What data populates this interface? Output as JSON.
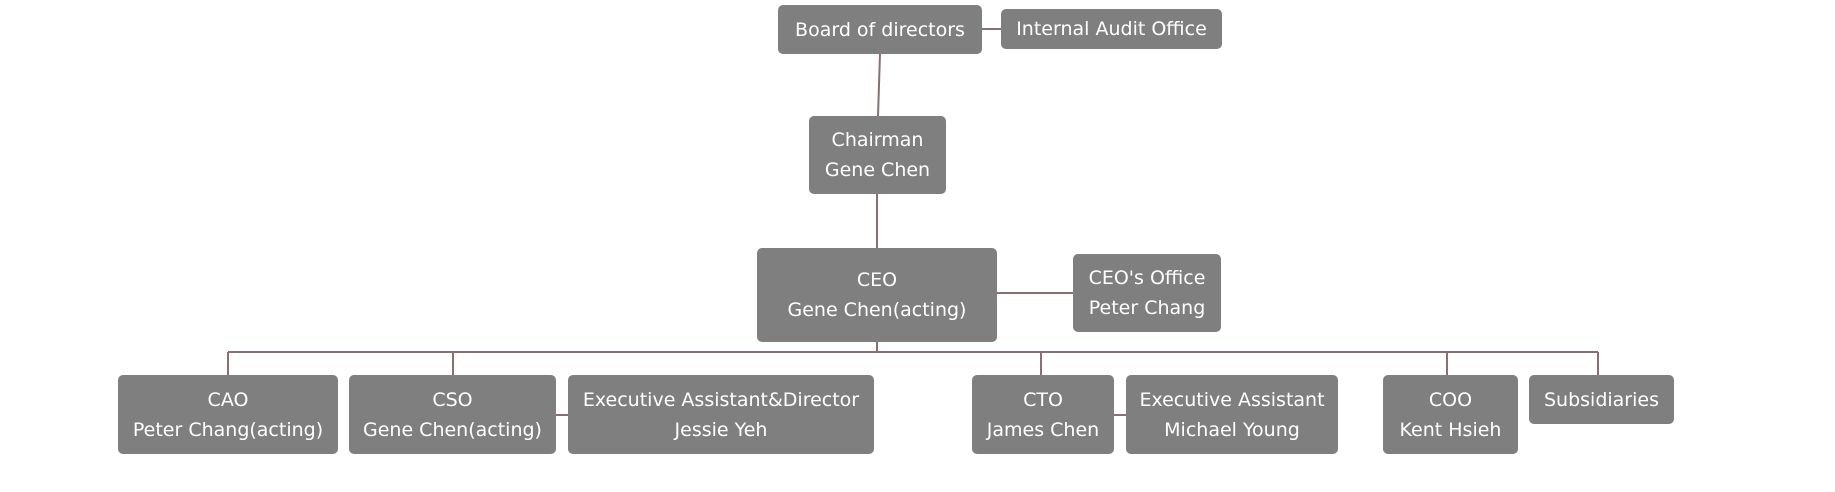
{
  "chart": {
    "board": {
      "line1": "Board of directors"
    },
    "audit": {
      "line1": "Internal Audit Office"
    },
    "chairman": {
      "line1": "Chairman",
      "line2": "Gene Chen"
    },
    "ceo": {
      "line1": "CEO",
      "line2": "Gene Chen(acting)"
    },
    "ceo_office": {
      "line1": "CEO's Office",
      "line2": "Peter Chang"
    },
    "cao": {
      "line1": "CAO",
      "line2": "Peter Chang(acting)"
    },
    "cso": {
      "line1": "CSO",
      "line2": "Gene Chen(acting)"
    },
    "exec_assistant_director": {
      "line1": "Executive Assistant&Director",
      "line2": "Jessie Yeh"
    },
    "cto": {
      "line1": "CTO",
      "line2": "James Chen"
    },
    "exec_assistant": {
      "line1": "Executive Assistant",
      "line2": "Michael Young"
    },
    "coo": {
      "line1": "COO",
      "line2": "Kent Hsieh"
    },
    "subsidiaries": {
      "line1": "Subsidiaries"
    }
  },
  "colors": {
    "node_fill": "#7f7f7f",
    "node_text": "#ffffff",
    "connector": "#8a6f70",
    "background": "#ffffff"
  }
}
